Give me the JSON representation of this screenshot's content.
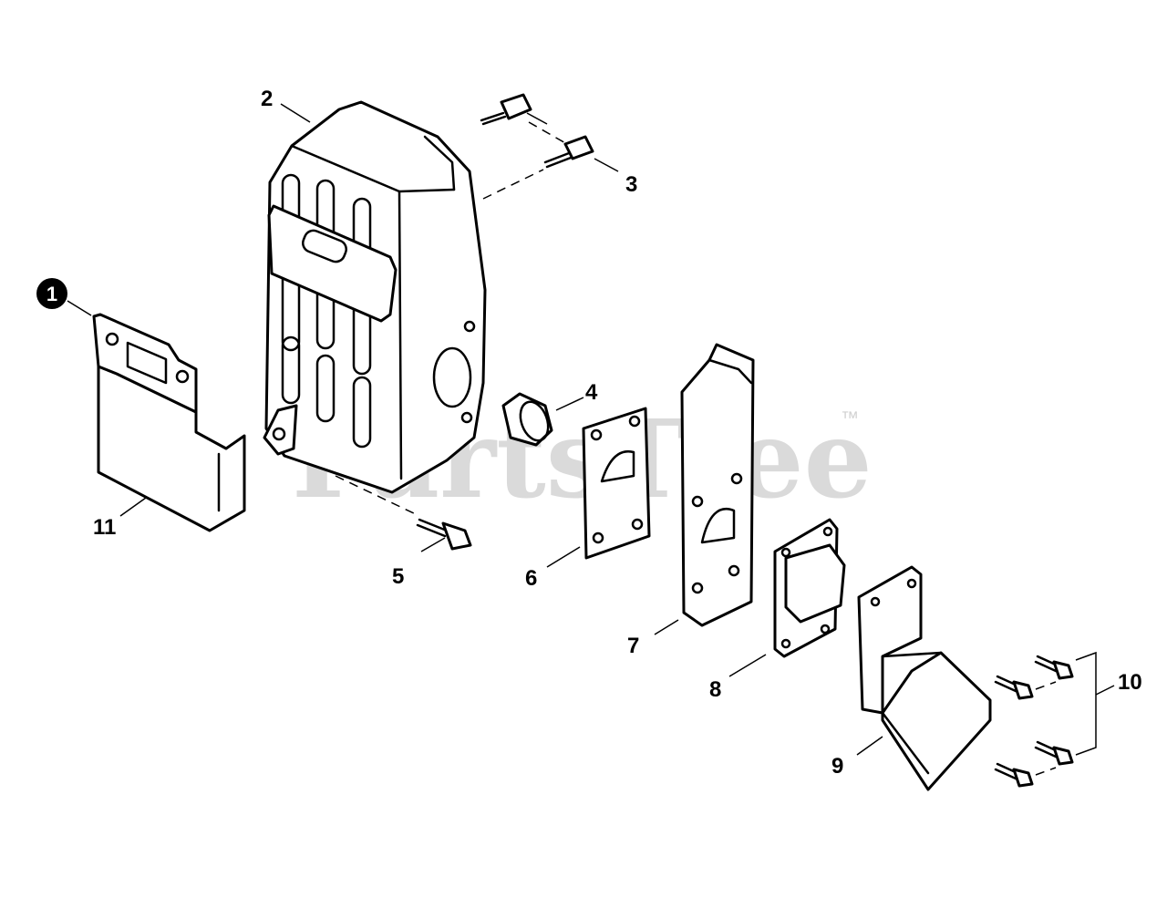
{
  "watermark": {
    "brand": "PartsTree",
    "trademark": "™"
  },
  "callouts": [
    {
      "id": "1",
      "label": "1",
      "highlighted": true
    },
    {
      "id": "2",
      "label": "2"
    },
    {
      "id": "3",
      "label": "3"
    },
    {
      "id": "4",
      "label": "4"
    },
    {
      "id": "5",
      "label": "5"
    },
    {
      "id": "6",
      "label": "6"
    },
    {
      "id": "7",
      "label": "7"
    },
    {
      "id": "8",
      "label": "8"
    },
    {
      "id": "9",
      "label": "9"
    },
    {
      "id": "10",
      "label": "10"
    },
    {
      "id": "11",
      "label": "11"
    }
  ],
  "colors": {
    "line": "#000000",
    "background": "#ffffff",
    "watermark": "#bdbdbd"
  }
}
